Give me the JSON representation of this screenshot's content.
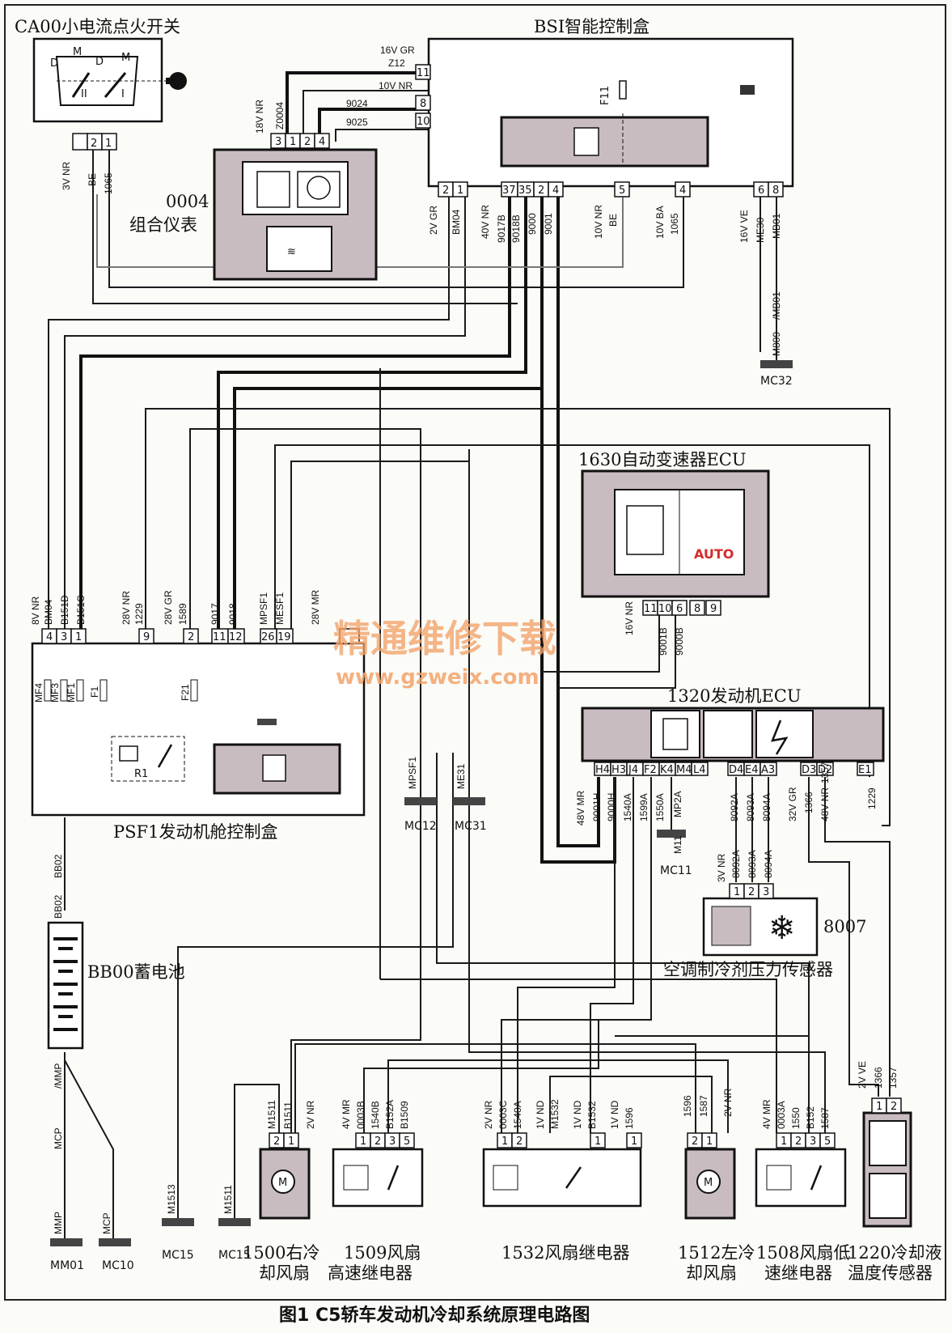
{
  "caption": "图1 C5轿车发动机冷却系统原理电路图",
  "watermark": {
    "line1": "精通维修下载",
    "line2": "www.gzweix.com"
  },
  "components": {
    "ca00": {
      "title": "CA00小电流点火开关",
      "pins": [
        "2",
        "1"
      ],
      "positions": [
        "D",
        "M",
        "D",
        "M",
        "II",
        "I"
      ]
    },
    "bsi": {
      "title": "BSI智能控制盒",
      "fuse": "F11",
      "top_pins": [
        "11",
        "8",
        "10"
      ],
      "bottom_pins": [
        "2",
        "1",
        "37",
        "35",
        "2",
        "4",
        "5",
        "4",
        "6",
        "8"
      ]
    },
    "c0004": {
      "code": "0004",
      "title": "组合仪表",
      "pins": [
        "3",
        "1",
        "2",
        "4"
      ]
    },
    "ecu1630": {
      "title": "1630自动变速器ECU",
      "auto": "AUTO",
      "pins": [
        "11",
        "10",
        "6",
        "8",
        "9"
      ]
    },
    "ecu1320": {
      "title": "1320发动机ECU",
      "pins": [
        "H4",
        "H3",
        "J4",
        "F2",
        "K4",
        "M4",
        "L4",
        "D4",
        "E4",
        "A3",
        "D3",
        "D2",
        "E1"
      ]
    },
    "psf1": {
      "title": "PSF1发动机舱控制盒",
      "pins": [
        "4",
        "3",
        "1",
        "9",
        "2",
        "11",
        "12",
        "26",
        "19"
      ],
      "fuses": [
        "MF4",
        "MF3",
        "MF1",
        "F1",
        "F21"
      ],
      "relay": "R1"
    },
    "s8007": {
      "code": "8007",
      "title": "空调制冷剂压力传感器",
      "pins": [
        "1",
        "2",
        "3"
      ]
    },
    "bb00": {
      "title": "BB00蓄电池"
    },
    "m1500": {
      "title_line1": "1500右冷",
      "title_line2": "却风扇",
      "pins": [
        "2",
        "1"
      ],
      "motor": "M"
    },
    "r1509": {
      "title_line1": "1509风扇",
      "title_line2": "高速继电器",
      "pins": [
        "1",
        "2",
        "3",
        "5"
      ]
    },
    "r1532": {
      "title": "1532风扇继电器",
      "pins": [
        "1",
        "2",
        "1",
        "1"
      ]
    },
    "m1512": {
      "title_line1": "1512左冷",
      "title_line2": "却风扇",
      "pins": [
        "2",
        "1"
      ],
      "motor": "M"
    },
    "r1508": {
      "title_line1": "1508风扇低",
      "title_line2": "速继电器",
      "pins": [
        "1",
        "2",
        "3",
        "5"
      ]
    },
    "s1220": {
      "title_line1": "1220冷却液",
      "title_line2": "温度传感器",
      "pins": [
        "1",
        "2"
      ]
    }
  },
  "grounds": [
    "MC32",
    "MC12",
    "MC31",
    "MC11",
    "MM01",
    "MC10",
    "MC15",
    "MC15"
  ],
  "wire_labels": {
    "ca_a": "3V NR",
    "ca_b": "BE",
    "ca_c": "1065",
    "bsi_in1": "16V GR",
    "bsi_in1b": "Z12",
    "bsi_in2": "10V NR",
    "w9024": "9024",
    "w9025": "9025",
    "w18v": "18V NR",
    "wz0004": "Z0004",
    "b2v": "2V GR",
    "bbm04": "BM04",
    "b40v": "40V NR",
    "b9017b": "9017B",
    "b9018b": "9018B",
    "b9000": "9000",
    "b9001": "9001",
    "b10v": "10V NR",
    "bbe": "BE",
    "b10vba": "10V BA",
    "b1065": "1065",
    "b16vve": "16V VE",
    "bme30": "ME30",
    "bmb01": "MB01",
    "bmb01b": "/MB01",
    "bm809": "M809",
    "p8v": "8V NR",
    "pbm04": "BM04",
    "pb151d": "B151D",
    "pb151c": "B151C",
    "p28v": "28V NR",
    "p1229": "1229",
    "p28vgr": "28V GR",
    "p1589": "1589",
    "p9017": "9017",
    "p9018": "9018",
    "pmpsf1": "MPSF1",
    "pmesf1": "MESF1",
    "p28vmr": "28V MR",
    "mpsf1": "MPSF1",
    "me31": "ME31",
    "e16v": "16V NR",
    "e9001b": "9001B",
    "e9000b": "9000B",
    "c48v": "48V MR",
    "c9001h": "9001H",
    "c9000h": "9000H",
    "c1540a": "1540A",
    "c1599a": "1599A",
    "c1550a": "1550A",
    "cmp2a": "MP2A",
    "cm11": "M11",
    "c8092a": "8092A",
    "c8093a": "8093A",
    "c8094a": "8094A",
    "c32v": "32V GR",
    "c1366": "1366",
    "c48vnr": "48V NR",
    "c1357": "1357",
    "c1229": "1229",
    "s3v": "3V NR",
    "s8092": "8092A",
    "s8093": "8093A",
    "s8094": "8094A",
    "bb02a": "BB02",
    "bb02b": "BB02",
    "mmp": "/MMP",
    "mcp": "MCP",
    "mmp2": "MMP",
    "mcp2": "MCP",
    "m1513": "M1513",
    "m1511": "M1511",
    "f1511": "M1511",
    "fb1511": "B1511",
    "f2v": "2V NR",
    "r4v": "4V MR",
    "r0003b": "0003B",
    "r1540b": "1540B",
    "rb152a": "B152A",
    "rb1509": "B1509",
    "k2v": "2V NR",
    "k0003c": "0003C",
    "k1540a": "1540A",
    "k1v": "1V ND",
    "km1532": "M1532",
    "k1v2": "1V ND",
    "kb1532": "B1532",
    "k1v3": "1V ND",
    "k1596": "1596",
    "l1596": "1596",
    "l1587": "1587",
    "l2v": "2V NR",
    "q4v": "4V MR",
    "q0003a": "0003A",
    "q1550": "1550",
    "qb152": "B152",
    "q1587": "1587",
    "t2v": "2V VE",
    "t1366": "1366",
    "t1357": "1357"
  }
}
